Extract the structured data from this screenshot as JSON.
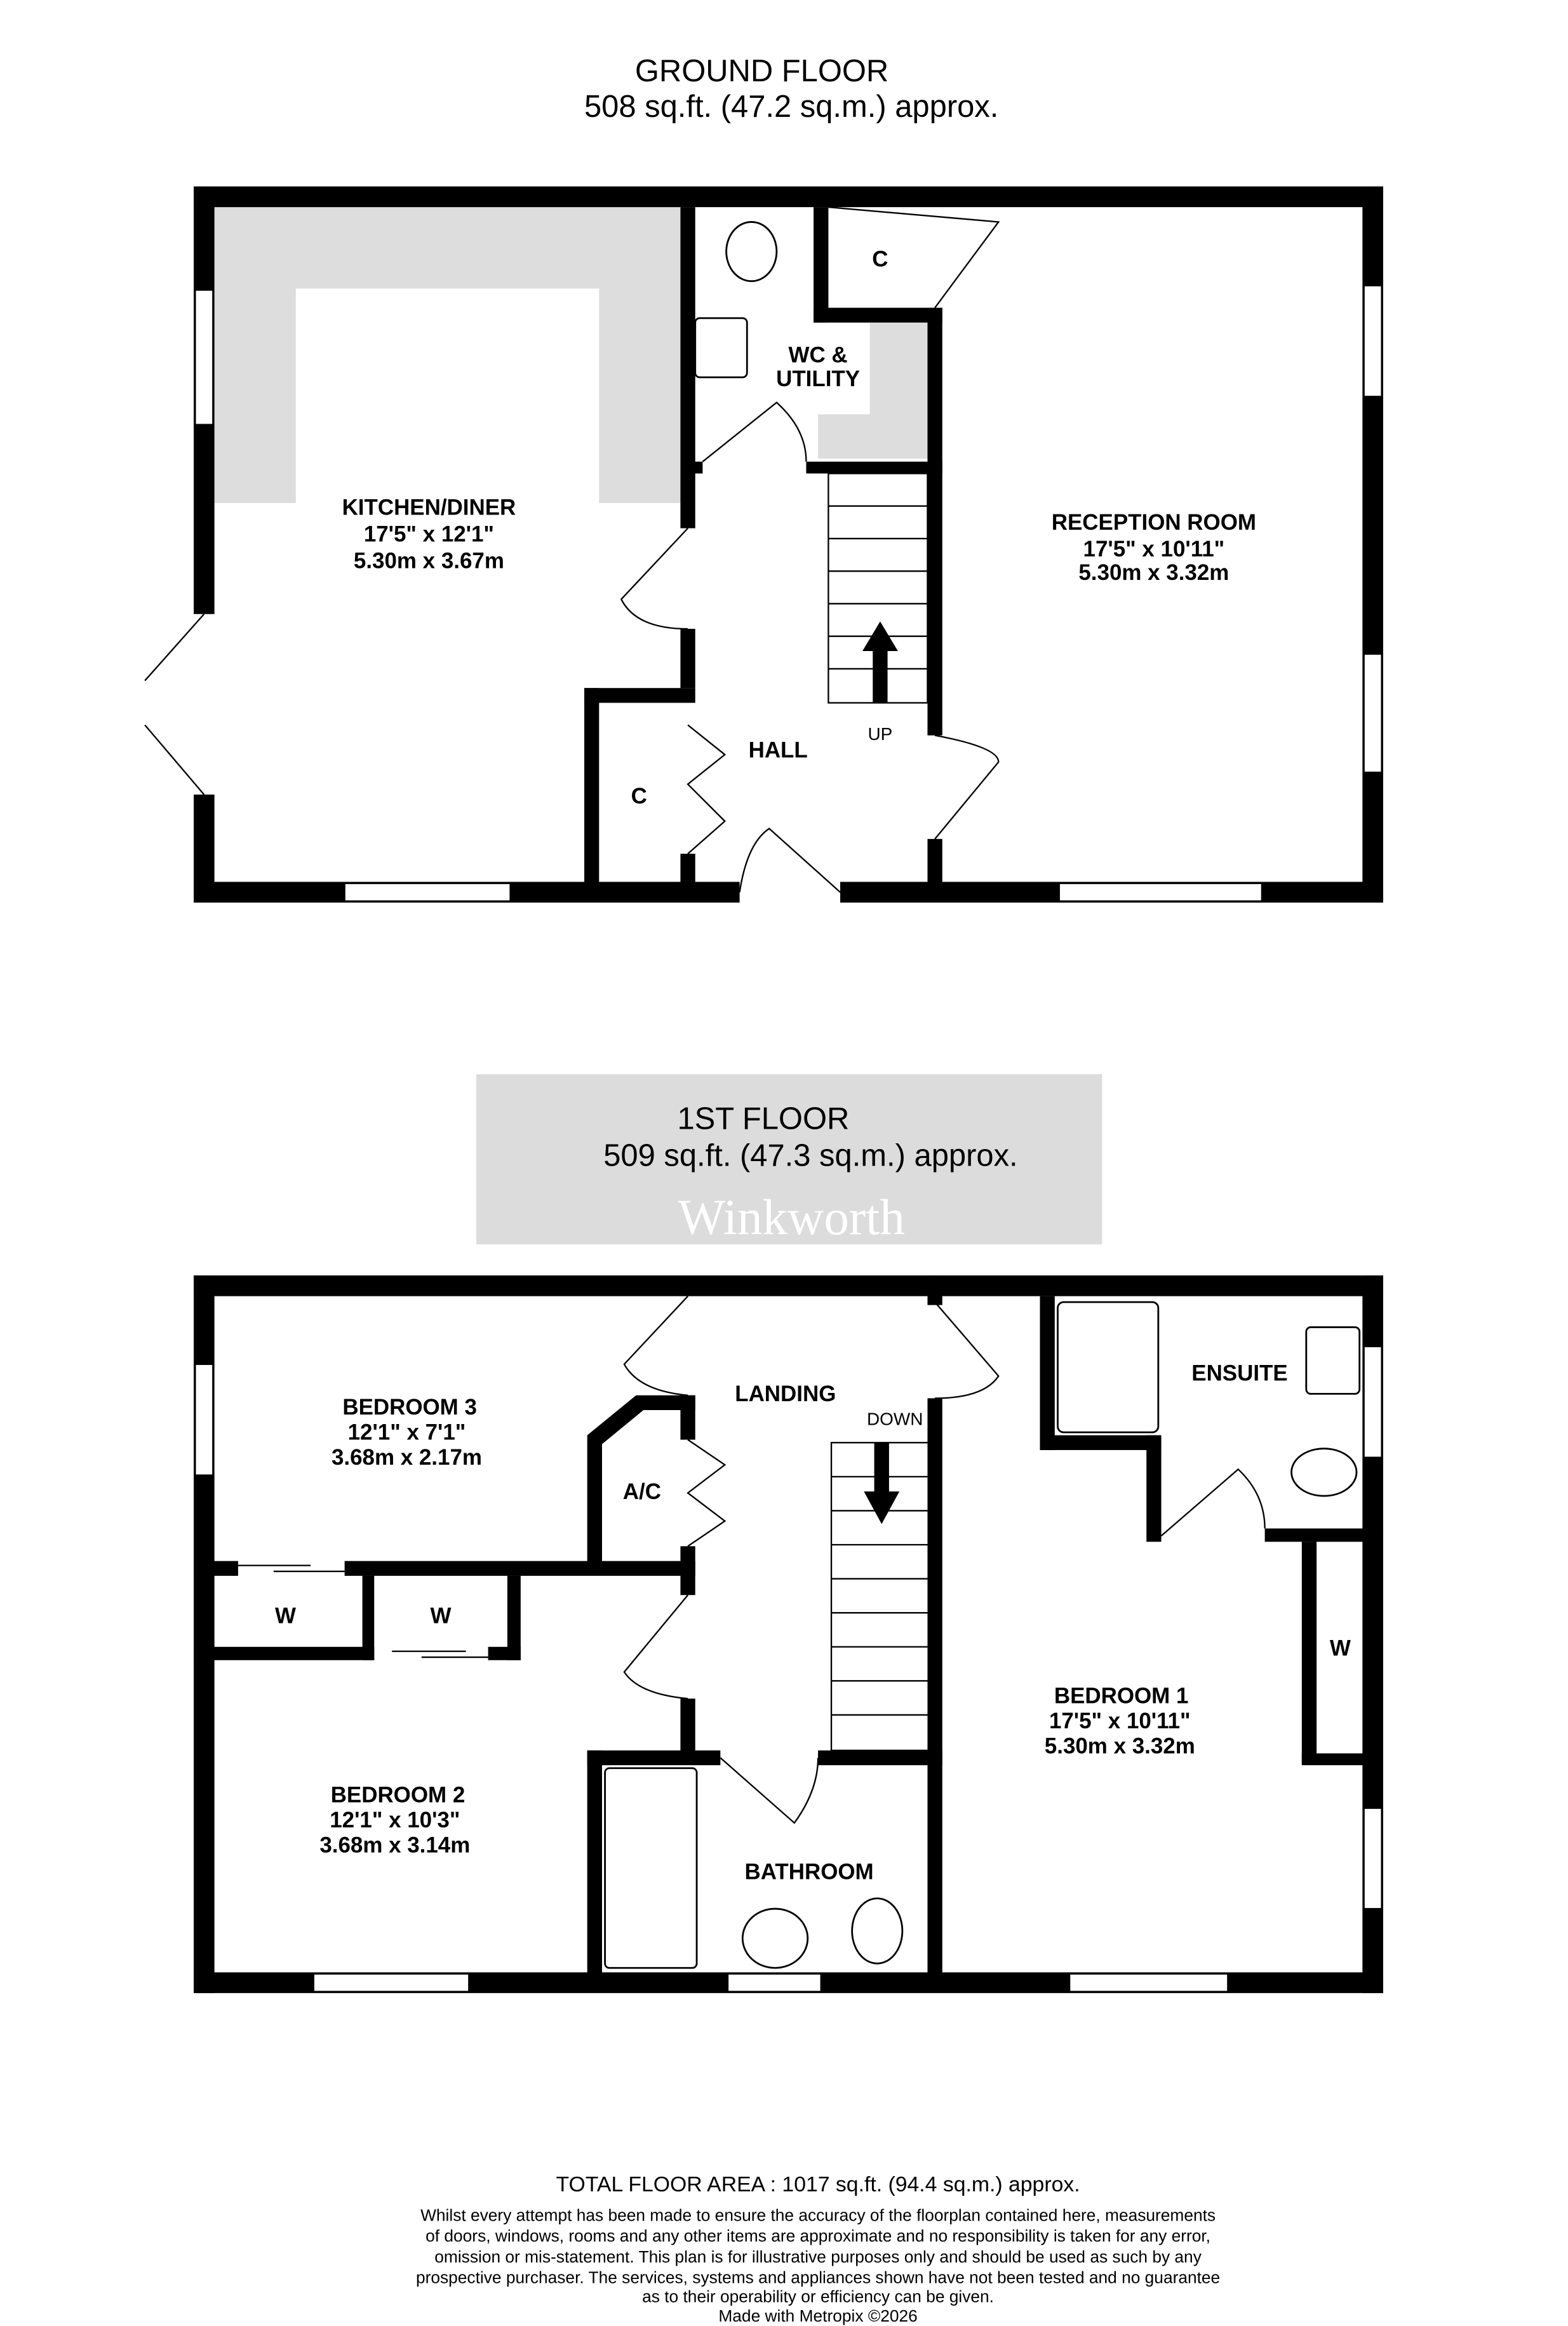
{
  "ground_floor": {
    "title": "GROUND FLOOR",
    "area": "508 sq.ft. (47.2 sq.m.) approx.",
    "rooms": {
      "kitchen": {
        "name": "KITCHEN/DINER",
        "imperial": "17'5\"  x 12'1\"",
        "metric": "5.30m  x 3.67m"
      },
      "reception": {
        "name": "RECEPTION ROOM",
        "imperial": "17'5\"  x 10'11\"",
        "metric": "5.30m  x 3.32m"
      },
      "wc_line1": "WC &",
      "wc_line2": "UTILITY",
      "hall": "HALL",
      "cupboard_1": "C",
      "cupboard_2": "C",
      "stairs": "UP"
    }
  },
  "first_floor": {
    "title": "1ST FLOOR",
    "area": "509 sq.ft. (47.3 sq.m.) approx.",
    "watermark": "Winkworth",
    "rooms": {
      "bedroom3": {
        "name": "BEDROOM 3",
        "imperial": "12'1\"  x 7'1\"",
        "metric": "3.68m  x 2.17m"
      },
      "bedroom2": {
        "name": "BEDROOM 2",
        "imperial": "12'1\"  x 10'3\"",
        "metric": "3.68m  x 3.14m"
      },
      "bedroom1": {
        "name": "BEDROOM 1",
        "imperial": "17'5\"  x 10'11\"",
        "metric": "5.30m  x 3.32m"
      },
      "landing": "LANDING",
      "stairs": "DOWN",
      "ensuite": "ENSUITE",
      "airing": "A/C",
      "bathroom": "BATHROOM",
      "wardrobe_1": "W",
      "wardrobe_2": "W",
      "wardrobe_3": "W"
    }
  },
  "footer": {
    "total": "TOTAL FLOOR AREA : 1017 sq.ft. (94.4 sq.m.) approx.",
    "disclaimer": [
      "Whilst every attempt has been made to ensure the accuracy of the floorplan contained here, measurements",
      "of doors, windows, rooms and any other items are approximate and no responsibility is taken for any error,",
      "omission or mis-statement. This plan is for illustrative purposes only and should be used as such by any",
      "prospective purchaser. The services, systems and appliances shown have not been tested and no guarantee",
      "as to their operability or efficiency can be given."
    ],
    "credit": "Made with Metropix ©2026"
  },
  "colors": {
    "wall": "#000000",
    "shade": "#dddddd",
    "watermark_box": "#dcdcdc"
  }
}
